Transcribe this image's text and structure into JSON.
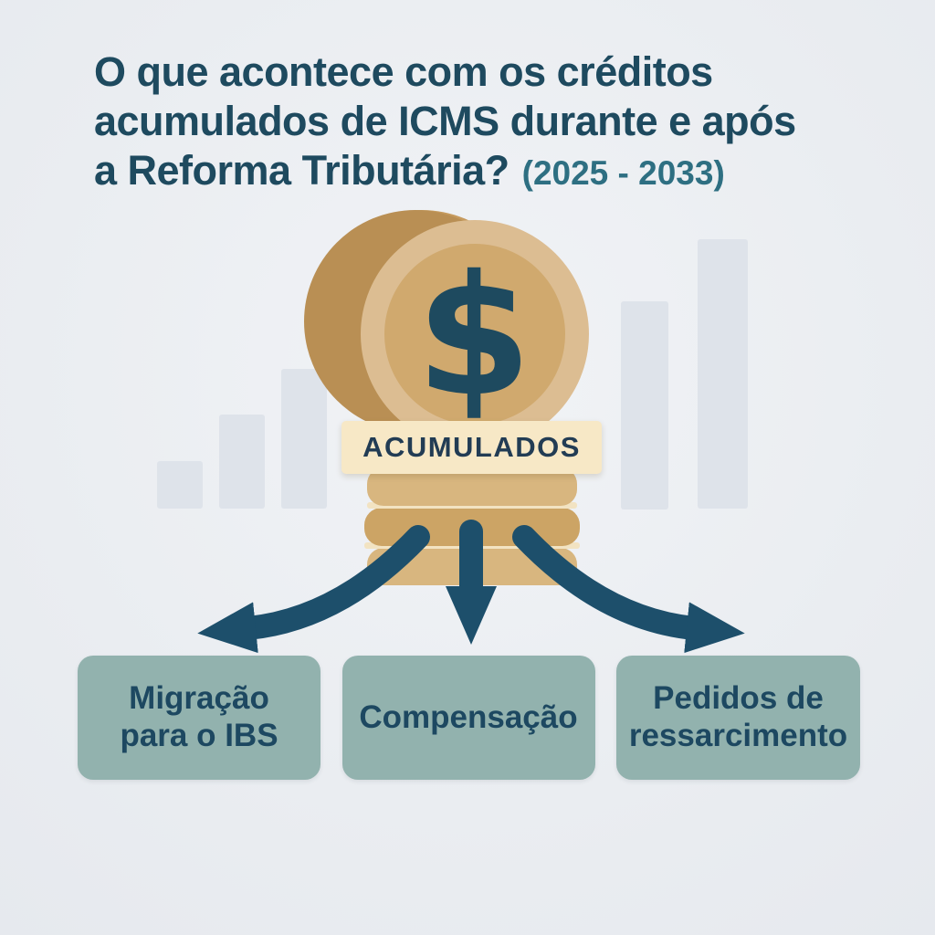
{
  "title": {
    "lines": [
      "O que acontece com os créditos",
      "acumulados de ICMS durante e após",
      "a Reforma Tributária?"
    ],
    "period": "(2025 - 2033)"
  },
  "coin": {
    "symbol": "$",
    "banner_label": "ACUMULADOS"
  },
  "outcomes": [
    {
      "line1": "Migração",
      "line2": "para o IBS"
    },
    {
      "line1": "Compensação",
      "line2": ""
    },
    {
      "line1": "Pedidos de",
      "line2": "ressarcimento"
    }
  ],
  "colors": {
    "background": "#eaedf1",
    "title_text": "#1e4a5f",
    "period_text": "#2e6f82",
    "box_background": "#92b2ae",
    "box_text": "#1d4861",
    "arrow": "#1d4f6b",
    "coin_light": "#dcbd92",
    "coin_mid": "#d0a96e",
    "coin_dark": "#c69b5e",
    "banner_background": "#f7e8c6",
    "bar_decoration": "#dee3ea"
  }
}
